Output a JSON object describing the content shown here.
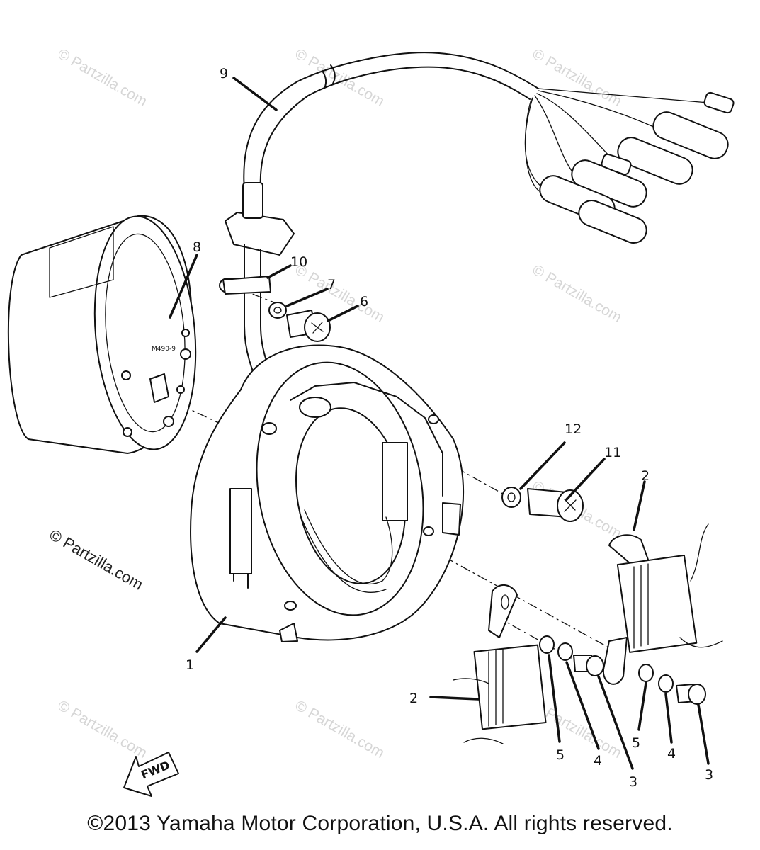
{
  "diagram": {
    "callouts": {
      "c1": "1",
      "c2a": "2",
      "c2b": "2",
      "c3a": "3",
      "c3b": "3",
      "c4a": "4",
      "c4b": "4",
      "c5a": "5",
      "c5b": "5",
      "c6": "6",
      "c7": "7",
      "c8": "8",
      "c9": "9",
      "c10": "10",
      "c11": "11",
      "c12": "12"
    },
    "fwd_label": "FWD",
    "rotor_stamp": "M490-9",
    "watermark_text": "© Partzilla.com",
    "side_watermark": "© Partzilla.com"
  },
  "footer": {
    "copyright": "©2013 Yamaha Motor Corporation, U.S.A. All rights reserved."
  }
}
